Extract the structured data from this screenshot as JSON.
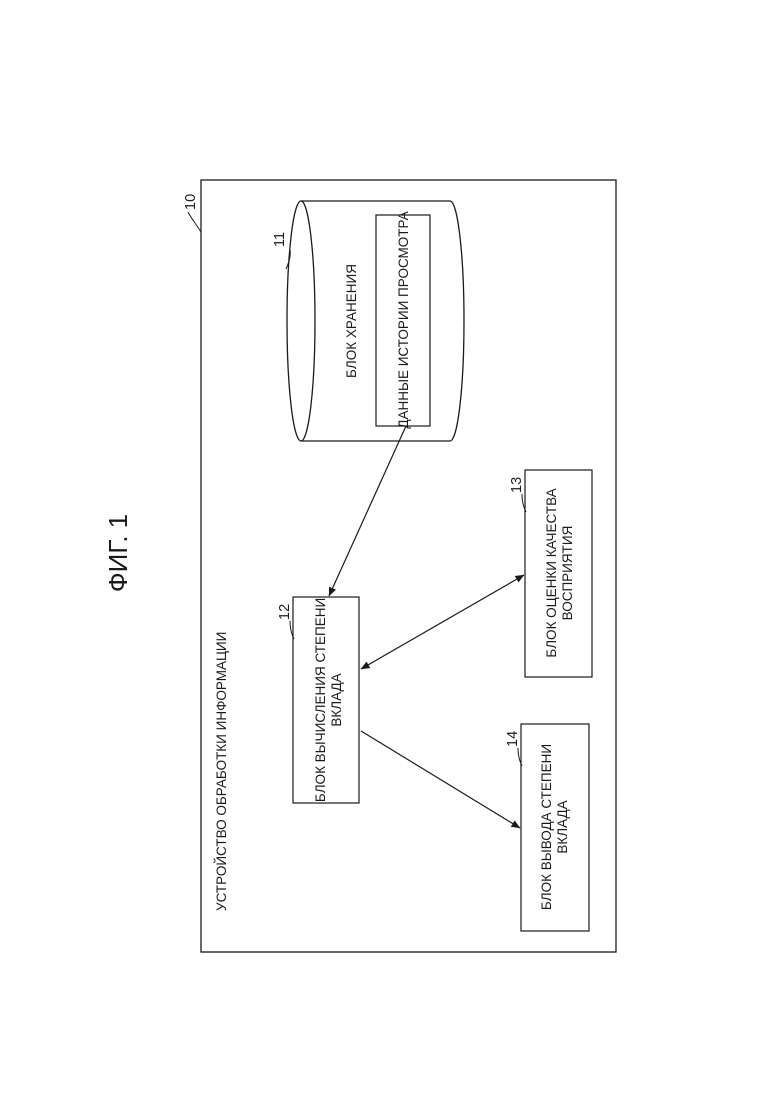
{
  "figure_title": "ФИГ. 1",
  "device": {
    "ref": "10",
    "label": "УСТРОЙСТВО ОБРАБОТКИ ИНФОРМАЦИИ"
  },
  "storage": {
    "ref": "11",
    "label": "БЛОК ХРАНЕНИЯ",
    "data_label": "ДАННЫЕ ИСТОРИИ ПРОСМОТРА"
  },
  "calc": {
    "ref": "12",
    "line1": "БЛОК ВЫЧИСЛЕНИЯ СТЕПЕНИ",
    "line2": "ВКЛАДА"
  },
  "quality": {
    "ref": "13",
    "line1": "БЛОК ОЦЕНКИ КАЧЕСТВА",
    "line2": "ВОСПРИЯТИЯ"
  },
  "output": {
    "ref": "14",
    "line1": "БЛОК ВЫВОДА СТЕПЕНИ",
    "line2": "ВКЛАДА"
  }
}
